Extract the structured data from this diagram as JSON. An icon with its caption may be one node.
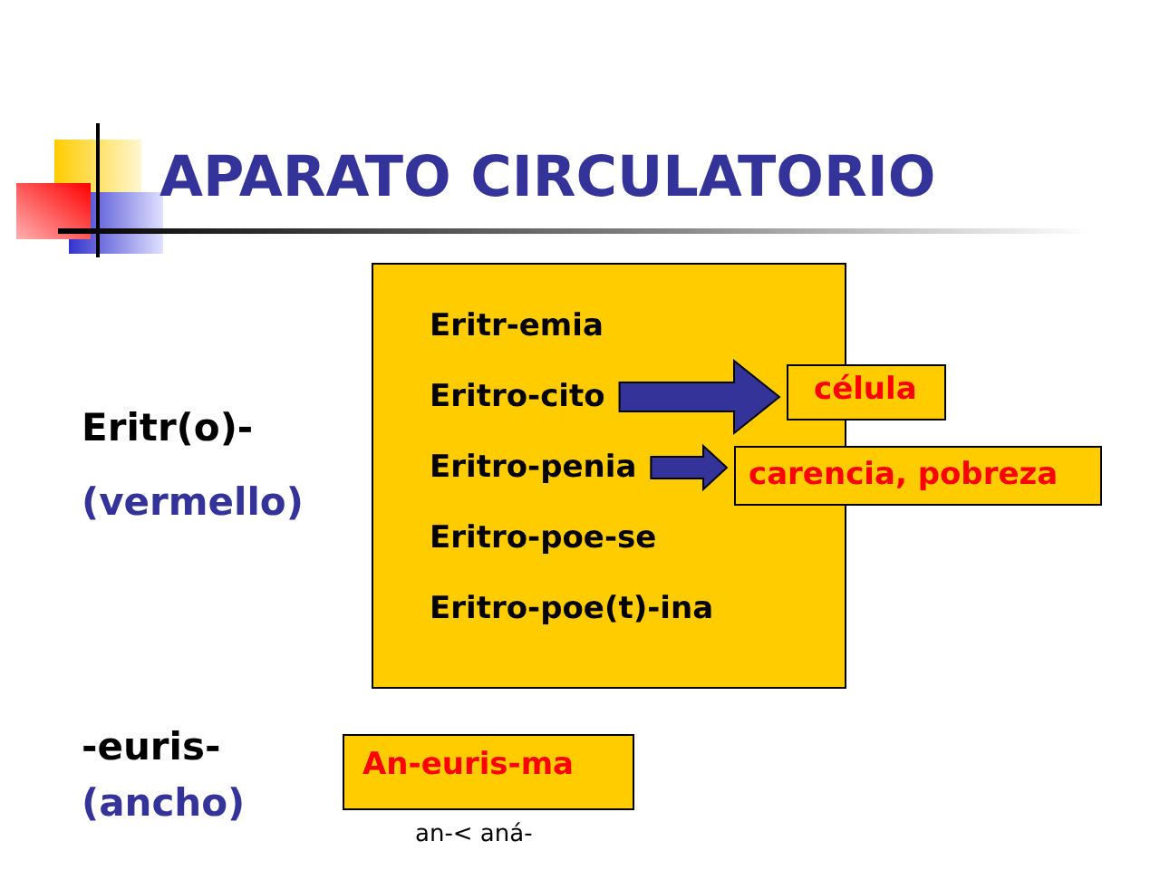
{
  "diagram": {
    "title": "APARATO CIRCULATORIO",
    "nodes": [
      {
        "text": [],
        "shape": "box"
      },
      {
        "text": [
          "Eritr-emia"
        ],
        "in": 0
      },
      {
        "text": [
          "Eritro-cito"
        ],
        "in": 0
      },
      {
        "text": [
          "Eritro-penia"
        ],
        "in": 0
      },
      {
        "text": [
          "Eritro-poe-se"
        ],
        "in": 0
      },
      {
        "text": [
          "Eritro-poe(t)-ina"
        ],
        "in": 0
      },
      {
        "text": [
          "célula"
        ]
      },
      {
        "text": [
          "carencia, pobreza"
        ]
      },
      {
        "text": [
          "An-euris-ma"
        ]
      }
    ],
    "edges": [
      {
        "from": 2,
        "to": 6,
        "arrow": "to"
      },
      {
        "from": 3,
        "to": 7,
        "arrow": "to"
      }
    ],
    "labels": [
      "Eritr(o)-",
      "(vermello)",
      "-euris-",
      "(ancho)",
      "an-< aná-"
    ]
  }
}
